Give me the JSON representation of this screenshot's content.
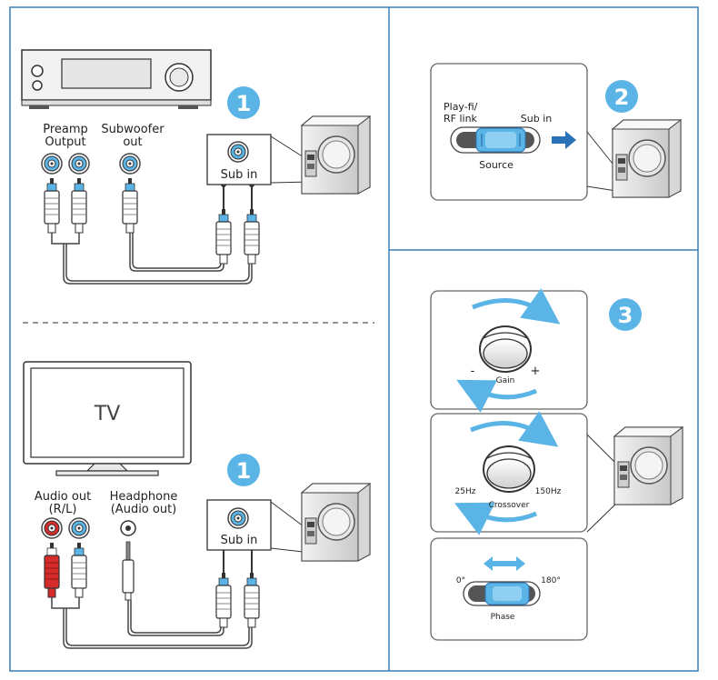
{
  "step_numbers": [
    "1",
    "2",
    "3",
    "1"
  ],
  "receiver": {
    "preamp_label": [
      "Preamp",
      "Output"
    ],
    "sub_out_label": [
      "Subwoofer",
      "out"
    ]
  },
  "sub_in_label": "Sub in",
  "tv": {
    "screen_label": "TV",
    "audio_out_label": [
      "Audio out",
      "(R/L)"
    ],
    "headphone_label": [
      "Headphone",
      "(Audio out)"
    ]
  },
  "source_switch": {
    "left_label": [
      "Play-fi/",
      "RF link"
    ],
    "right_label": "Sub in",
    "caption": "Source"
  },
  "gain": {
    "caption": "Gain",
    "minus": "-",
    "plus": "+"
  },
  "crossover": {
    "caption": "Crossover",
    "low": "25Hz",
    "high": "150Hz"
  },
  "phase": {
    "caption": "Phase",
    "left": "0°",
    "right": "180°"
  },
  "colors": {
    "frame": "#3a7fb5",
    "accent": "#5ab4e5",
    "arrow": "#2a72b8",
    "red_plug": "#d42b2b"
  }
}
